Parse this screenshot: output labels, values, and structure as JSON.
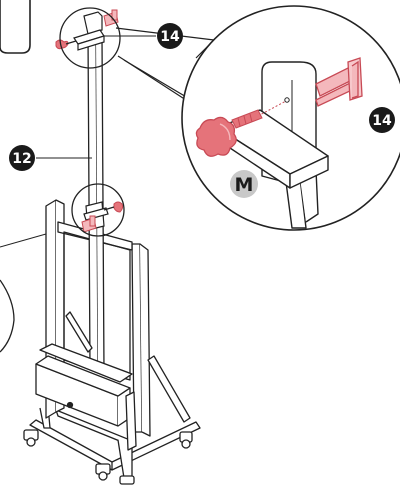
{
  "callouts": {
    "part_14_top": "14",
    "part_14_detail": "14",
    "part_12": "12",
    "detail_letter": "M"
  },
  "colors": {
    "badge": "#1a1a1a",
    "knob": "#e5737a",
    "knob_dark": "#c84a55",
    "line": "#222222",
    "detail_badge": "#c8c8c8"
  }
}
